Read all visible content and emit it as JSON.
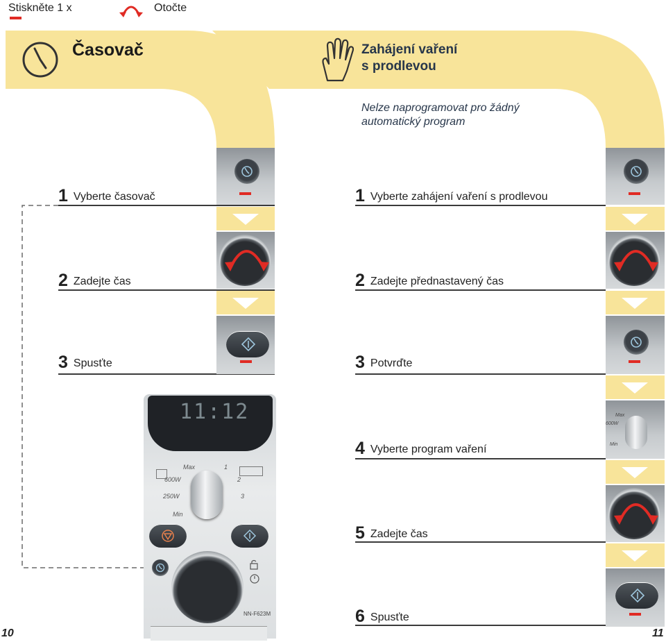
{
  "legend": {
    "press_once": "Stiskněte 1 x",
    "rotate": "Otočte"
  },
  "left": {
    "title": "Časovač",
    "steps": [
      {
        "num": "1",
        "text": "Vyberte časovač"
      },
      {
        "num": "2",
        "text": "Zadejte čas"
      },
      {
        "num": "3",
        "text": "Spusťte"
      }
    ],
    "display_time": "11:12",
    "dial_labels": {
      "max": "Max",
      "w600": "600W",
      "w250": "250W",
      "min": "Min",
      "one": "1",
      "two": "2",
      "three": "3"
    },
    "model": "NN-F623M",
    "page_number": "10"
  },
  "right": {
    "title_line1": "Zahájení vaření",
    "title_line2": "s prodlevou",
    "note_line1": "Nelze naprogramovat pro žádný",
    "note_line2": "automatický program",
    "steps": [
      {
        "num": "1",
        "text": "Vyberte zahájení vaření s prodlevou"
      },
      {
        "num": "2",
        "text": "Zadejte přednastavený čas"
      },
      {
        "num": "3",
        "text": "Potvrďte"
      },
      {
        "num": "4",
        "text": "Vyberte program vaření"
      },
      {
        "num": "5",
        "text": "Zadejte čas"
      },
      {
        "num": "6",
        "text": "Spusťte"
      }
    ],
    "page_number": "11"
  },
  "colors": {
    "band": "#f8e49a",
    "accent_red": "#e02b24",
    "arrow_red": "#e02b24"
  }
}
